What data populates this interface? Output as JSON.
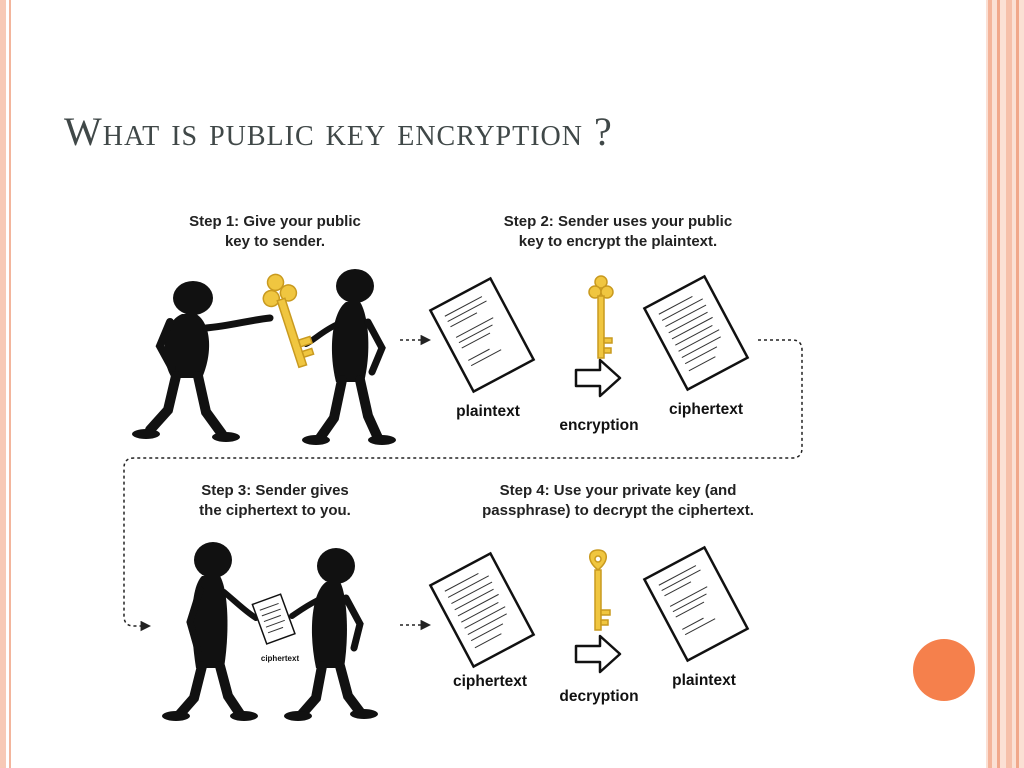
{
  "title": "What is public key encryption ?",
  "colors": {
    "accent_dot": "#f5804c",
    "frame": "#f7c9b6",
    "key_gold": "#f0c640",
    "title_text": "#404848"
  },
  "steps": [
    {
      "line1": "Step 1: Give your public",
      "line2": "key to sender."
    },
    {
      "line1": "Step 2: Sender uses your public",
      "line2": "key to encrypt the plaintext."
    },
    {
      "line1": "Step 3: Sender gives",
      "line2": "the ciphertext to you."
    },
    {
      "line1": "Step 4: Use your private key (and",
      "line2": "passphrase) to decrypt the ciphertext."
    }
  ],
  "labels": {
    "plaintext_top": "plaintext",
    "encryption": "encryption",
    "ciphertext_top": "ciphertext",
    "ciphertext_handoff": "ciphertext",
    "ciphertext_bottom": "ciphertext",
    "decryption": "decryption",
    "plaintext_bottom": "plaintext"
  },
  "icons": {
    "public_key": "public-key-icon",
    "private_key": "private-key-icon",
    "document": "document-icon",
    "arrow": "arrow-right-icon"
  }
}
